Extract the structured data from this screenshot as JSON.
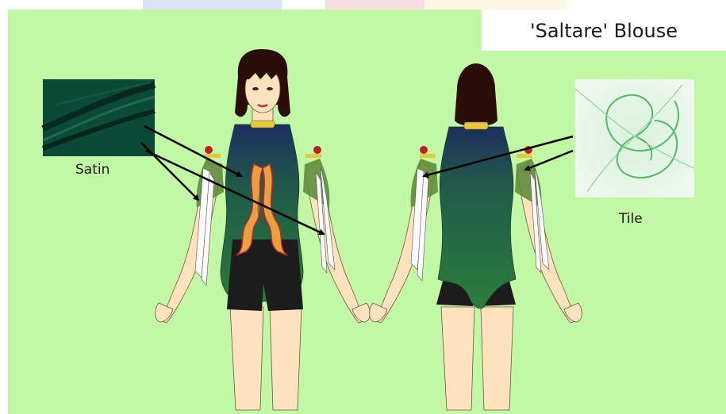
{
  "title": "'Saltare' Blouse",
  "labels": {
    "satin": "Satin",
    "tile": "Tile"
  },
  "colors": {
    "background": "#c2f7a5",
    "satin_fabric": "#0b4a36",
    "tulle_fabric": "#52b965",
    "garment_green": "#2a7a3a",
    "garment_navy": "#1e2f5e",
    "collar_gold": "#e6c83c",
    "shorts": "#1c1c1c",
    "skin": "#fde3bd",
    "hair": "#2a0d06"
  },
  "icons": {
    "satin_swatch": "satin-fabric-swatch",
    "tulle_swatch": "tulle-fabric-swatch",
    "front_figure": "figure-front-view",
    "back_figure": "figure-back-view"
  }
}
